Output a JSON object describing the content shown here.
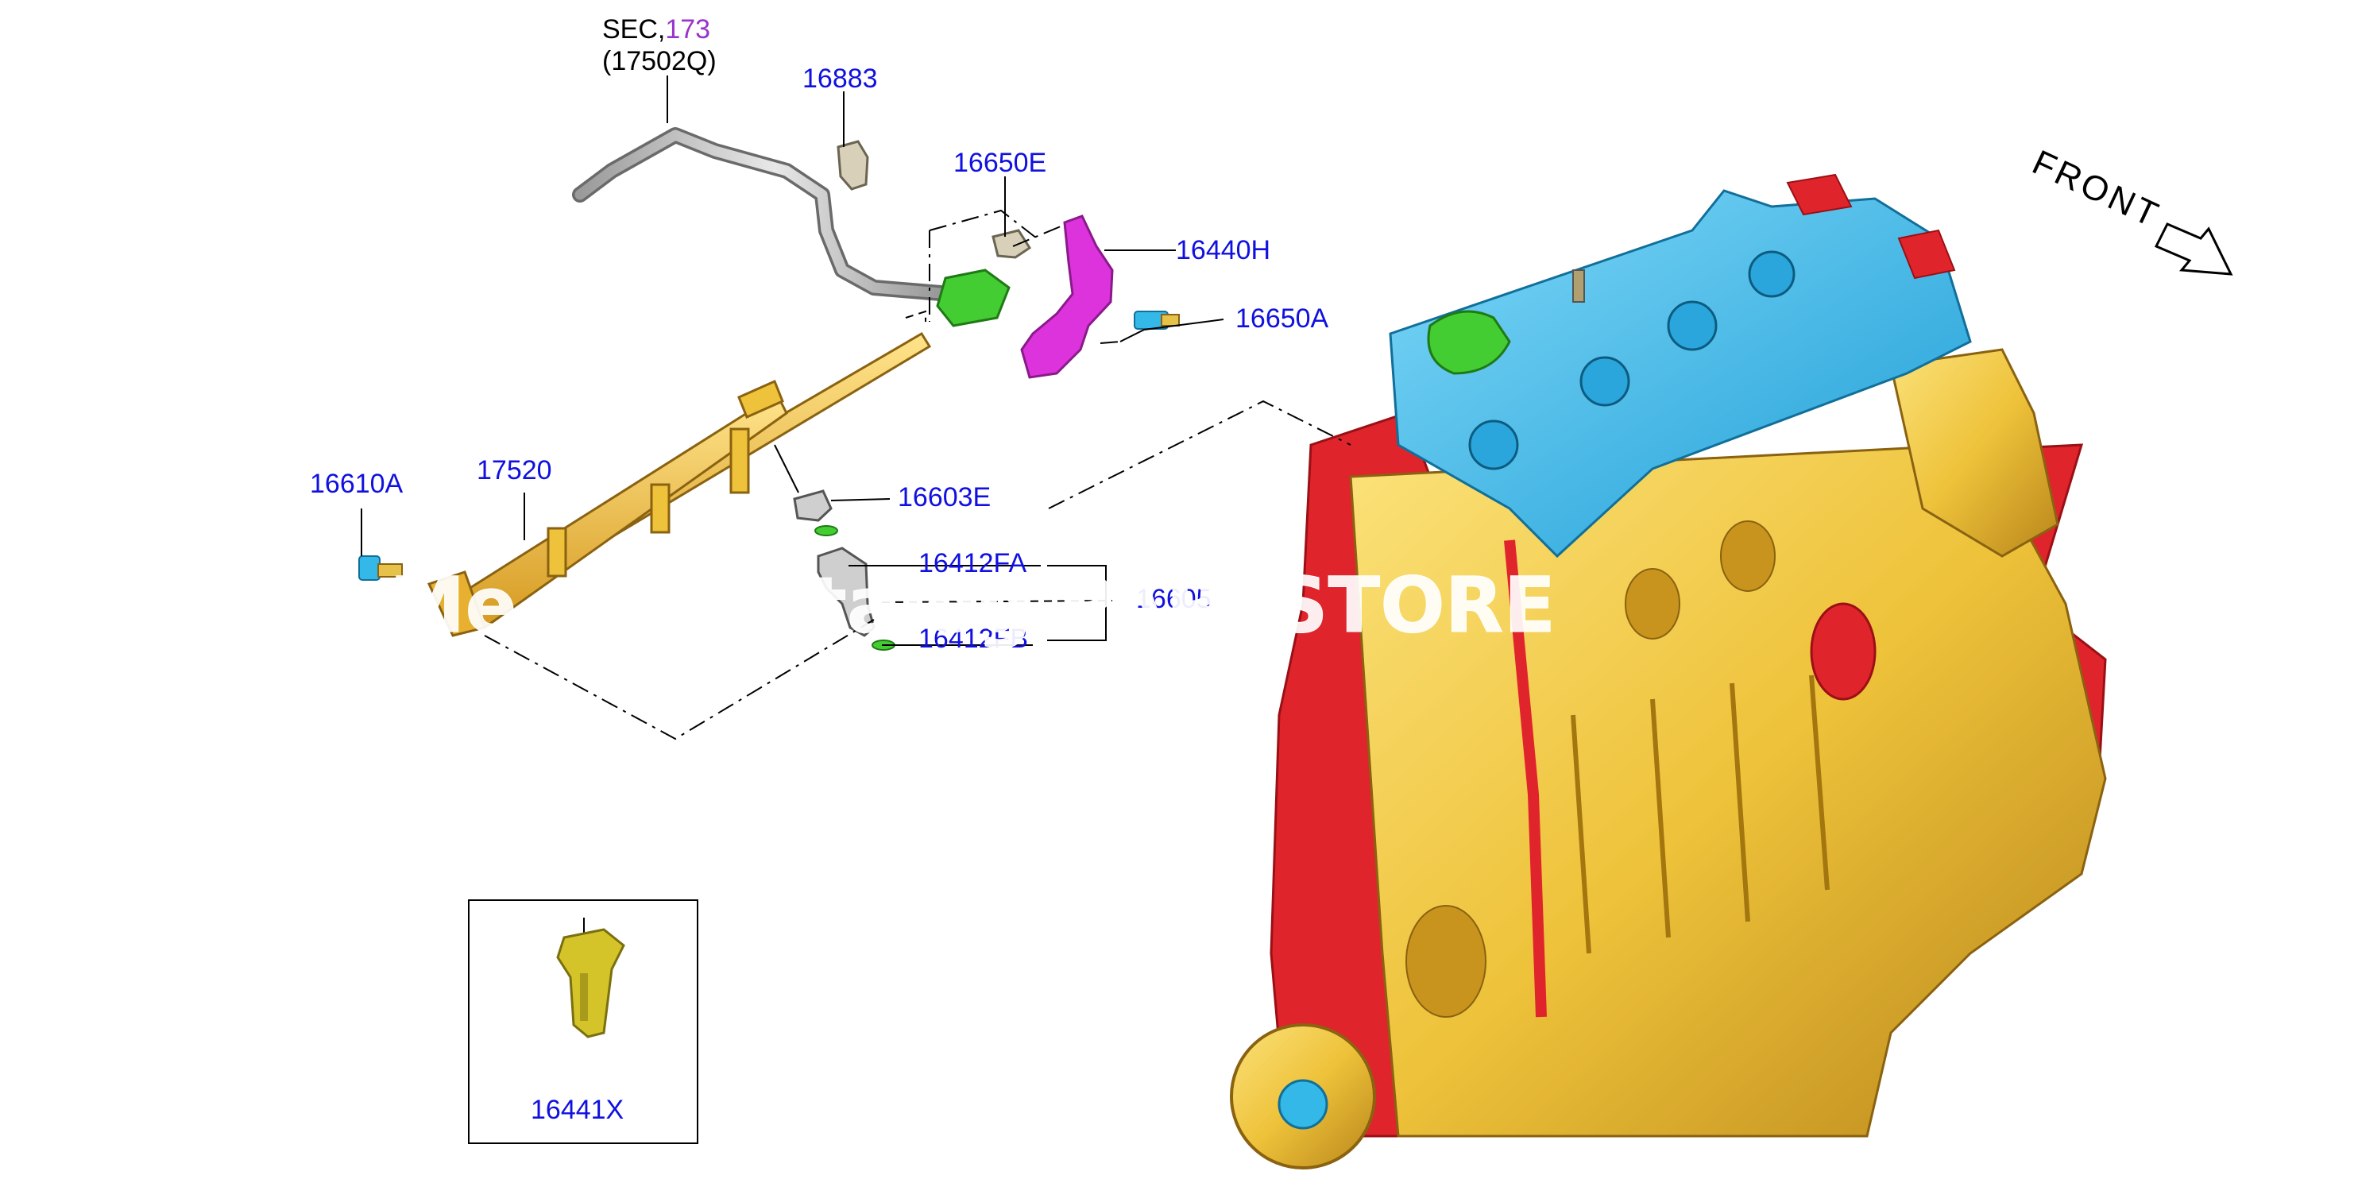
{
  "colors": {
    "part_number": "#1010e0",
    "section_ref": "#9933cc",
    "engine_red": "#e0242c",
    "engine_gold": "#eec23a",
    "engine_blue": "#33b8e8",
    "part_green": "#44cc33",
    "bracket_magenta": "#dd33dd",
    "rail_yellow": "#f2c43a"
  },
  "section_ref": {
    "prefix": "SEC,",
    "section": "173",
    "sub": "(17502Q)"
  },
  "labels": {
    "p16883": "16883",
    "p16650E": "16650E",
    "p16440H": "16440H",
    "p16650A": "16650A",
    "p16610A": "16610A",
    "p17520": "17520",
    "p16603E": "16603E",
    "p16412FA": "16412FA",
    "p16412FB": "16412FB",
    "p16605": "16605",
    "p16441X": "16441X"
  },
  "front_label": "FRONT",
  "watermark": "Me       Catalog PARTSTORE",
  "icons": [
    "front-arrow-icon"
  ]
}
